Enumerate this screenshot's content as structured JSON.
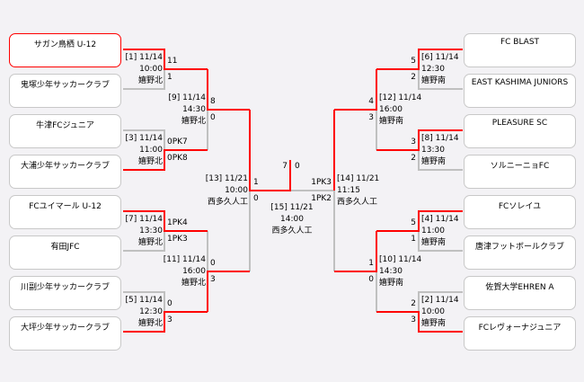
{
  "colors": {
    "win": "#ff0000",
    "line": "#c0c0c0",
    "bg": "#f3f2f5"
  },
  "teams_left": [
    "サガン鳥栖 U-12",
    "鬼塚少年サッカークラブ",
    "牛津FCジュニア",
    "大浦少年サッカークラブ",
    "FCユイマール U-12",
    "有田JFC",
    "川副少年サッカークラブ",
    "大坪少年サッカークラブ"
  ],
  "teams_right": [
    "FC BLAST",
    "EAST KASHIMA JUNIORS",
    "PLEASURE SC",
    "ソルニーニョFC",
    "FCソレイユ",
    "唐津フットボールクラブ",
    "佐賀大学EHREN A",
    "FCレヴォーナジュニア"
  ],
  "matches": {
    "m1": {
      "label": "[1] 11/14",
      "time": "10:00",
      "venue": "嬉野北",
      "top": "11",
      "bottom": "1"
    },
    "m3": {
      "label": "[3] 11/14",
      "time": "11:00",
      "venue": "嬉野北",
      "top": "0PK7",
      "bottom": "0PK8"
    },
    "m7": {
      "label": "[7] 11/14",
      "time": "13:30",
      "venue": "嬉野北",
      "top": "1PK4",
      "bottom": "1PK3"
    },
    "m5": {
      "label": "[5] 11/14",
      "time": "12:30",
      "venue": "嬉野北",
      "top": "0",
      "bottom": "3"
    },
    "m9": {
      "label": "[9] 11/14",
      "time": "14:30",
      "venue": "嬉野北",
      "top": "8",
      "bottom": "0"
    },
    "m11": {
      "label": "[11] 11/14",
      "time": "16:00",
      "venue": "嬉野北",
      "top": "0",
      "bottom": "3"
    },
    "m13": {
      "label": "[13] 11/21",
      "time": "10:00",
      "venue": "西多久人工",
      "top": "1",
      "bottom": "0"
    },
    "m6": {
      "label": "[6] 11/14",
      "time": "12:30",
      "venue": "嬉野南",
      "top": "5",
      "bottom": "2"
    },
    "m8": {
      "label": "[8] 11/14",
      "time": "13:30",
      "venue": "嬉野南",
      "top": "3",
      "bottom": "2"
    },
    "m4": {
      "label": "[4] 11/14",
      "time": "11:00",
      "venue": "嬉野南",
      "top": "5",
      "bottom": "1"
    },
    "m2": {
      "label": "[2] 11/14",
      "time": "10:00",
      "venue": "嬉野南",
      "top": "2",
      "bottom": "3"
    },
    "m12": {
      "label": "[12] 11/14",
      "time": "16:00",
      "venue": "嬉野南",
      "top": "4",
      "bottom": "3"
    },
    "m10": {
      "label": "[10] 11/14",
      "time": "14:30",
      "venue": "嬉野南",
      "top": "1",
      "bottom": "0"
    },
    "m14": {
      "label": "[14] 11/21",
      "time": "11:15",
      "venue": "西多久人工",
      "top": "1PK3",
      "bottom": "1PK2"
    },
    "m15": {
      "label": "[15] 11/21",
      "time": "14:00",
      "venue": "西多久人工",
      "left": "7",
      "right": "0"
    }
  }
}
